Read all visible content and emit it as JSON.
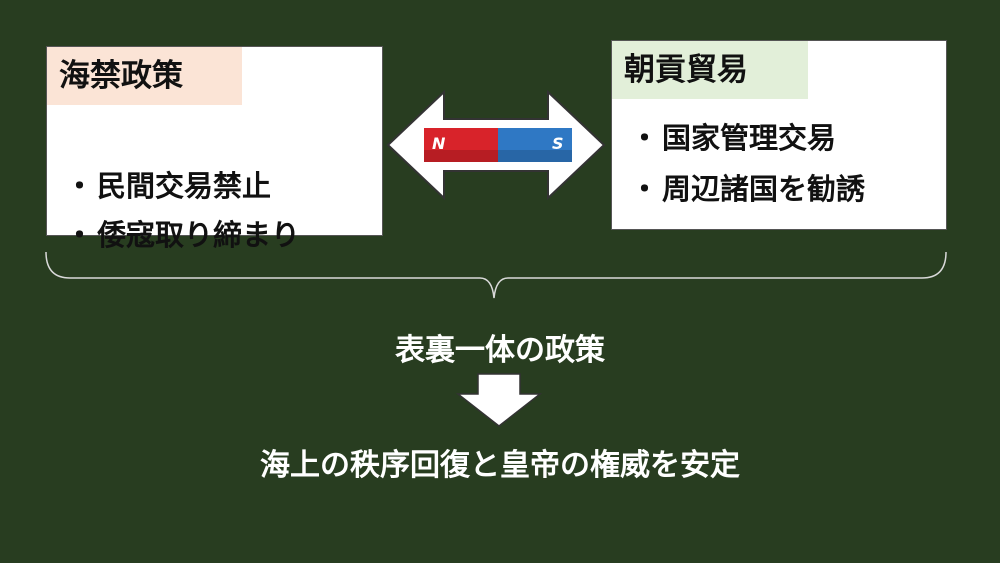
{
  "left_box": {
    "title": "海禁政策",
    "items": [
      "民間交易禁止",
      "倭寇取り締まり"
    ]
  },
  "right_box": {
    "title": "朝貢貿易",
    "items": [
      "国家管理交易",
      "周辺諸国を勧誘"
    ]
  },
  "magnet": {
    "north_label": "N",
    "south_label": "S",
    "north_color": "#d8232a",
    "south_color": "#2f78c4"
  },
  "bullet": "・",
  "middle_text": "表裏一体の政策",
  "bottom_text": "海上の秩序回復と皇帝の権威を安定",
  "colors": {
    "background": "#283d20",
    "left_tag": "#fbe4d6",
    "right_tag": "#e2efd9"
  }
}
